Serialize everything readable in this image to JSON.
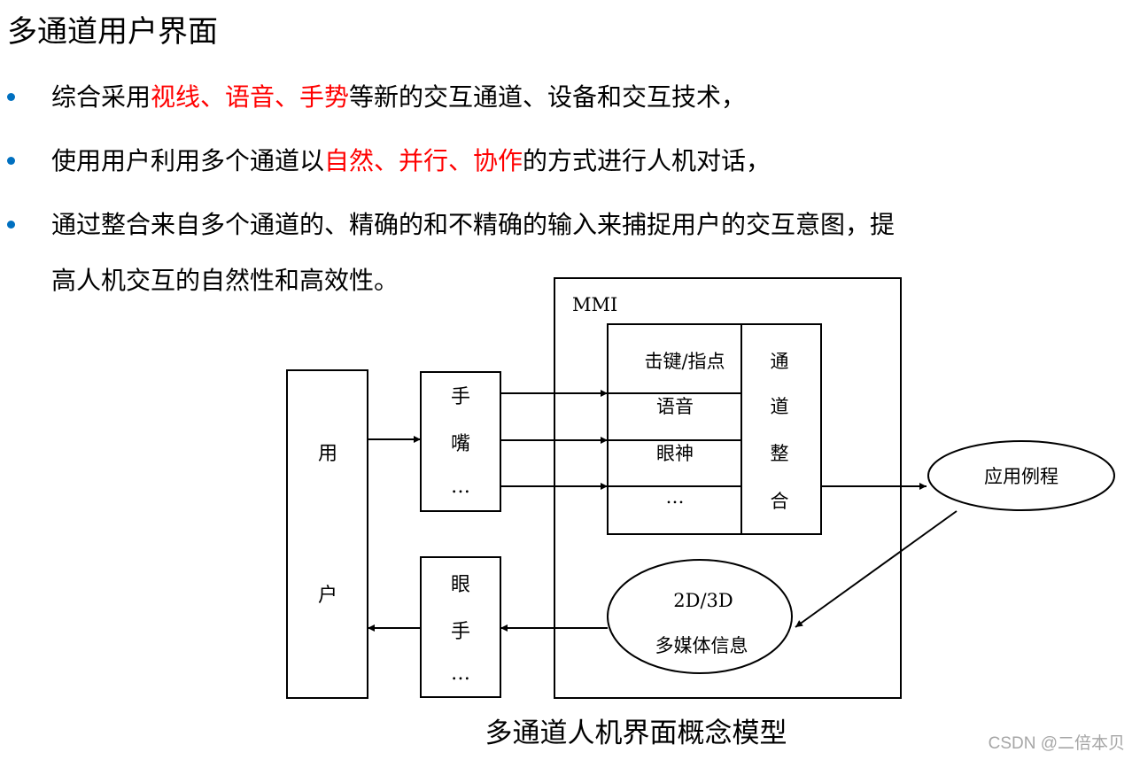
{
  "title": "多通道用户界面",
  "accent_color": "#ff0000",
  "bullet_color": "#0070c0",
  "bullets": [
    {
      "pre": "综合采用",
      "hl": "视线、语音、手势",
      "post": "等新的交互通道、设备和交互技术，"
    },
    {
      "pre": "使用用户利用多个通道以",
      "hl": "自然、并行、协作",
      "post": "的方式进行人机对话，"
    },
    {
      "line1": "通过整合来自多个通道的、精确的和不精确的输入来捕捉用户的交互意图，提",
      "line2": "高人机交互的自然性和高效性。"
    }
  ],
  "diagram": {
    "mmi_label": "MMI",
    "user": {
      "char1": "用",
      "char2": "户"
    },
    "input_devices": [
      "手",
      "嘴",
      "…"
    ],
    "output_devices": [
      "眼",
      "手",
      "…"
    ],
    "channels": [
      "击键/指点",
      "语音",
      "眼神",
      "…"
    ],
    "integration": [
      "通",
      "道",
      "整",
      "合"
    ],
    "application": "应用例程",
    "media": {
      "line1": "2D/3D",
      "line2": "多媒体信息"
    },
    "caption": "多通道人机界面概念模型"
  },
  "watermark": "CSDN @二倍本贝"
}
